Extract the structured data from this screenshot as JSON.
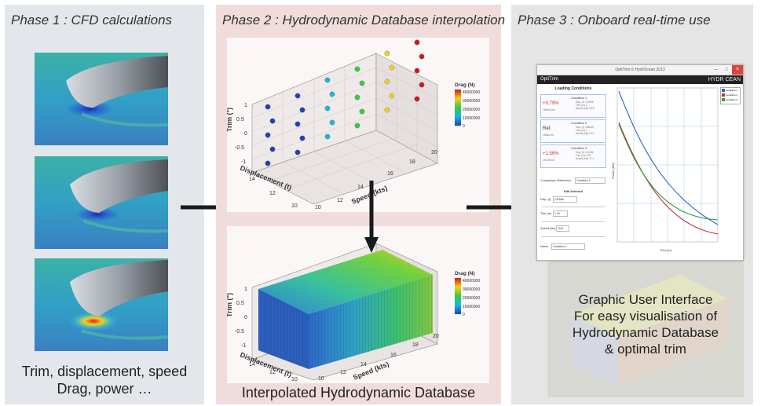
{
  "phase1": {
    "title": "Phase 1 : CFD calculations",
    "caption_line1": "Trim, displacement, speed",
    "caption_line2": "Drag, power …"
  },
  "phase2": {
    "title": "Phase 2 : Hydrodynamic Database interpolation",
    "caption": "Interpolated Hydrodynamic Database",
    "plot_top": {
      "legend_title": "Drag (N)",
      "legend_ticks": [
        "40000000",
        "30000000",
        "20000000",
        "10000000",
        "0"
      ],
      "trim_label": "Trim (°)",
      "disp_label": "Displacement (t)",
      "speed_label": "Speed (kts)",
      "trim_ticks": [
        "1",
        "0.5",
        "0",
        "-0.5",
        "-1"
      ],
      "disp_ticks": [
        "14",
        "12",
        "10"
      ],
      "speed_ticks": [
        "10",
        "12",
        "14",
        "16",
        "18",
        "20"
      ]
    },
    "plot_bottom": {
      "legend_title": "Drag (N)",
      "legend_ticks": [
        "40000000",
        "30000000",
        "20000000",
        "10000000",
        "0"
      ],
      "trim_label": "Trim (°)",
      "disp_label": "Displacement (t)",
      "speed_label": "Speed (kts)",
      "trim_ticks": [
        "1",
        "0.5",
        "0",
        "-0.5",
        "-1"
      ],
      "disp_ticks": [
        "14",
        "12",
        "10"
      ],
      "speed_ticks": [
        "10",
        "12",
        "14",
        "16",
        "18",
        "20"
      ]
    }
  },
  "phase3": {
    "title": "Phase 3 : Onboard real-time use",
    "caption_line1": "Graphic User Interface",
    "caption_line2": "For easy visualisation of",
    "caption_line3": "Hydrodynamic Database",
    "caption_line4": "& optimal trim",
    "gui": {
      "window_title": "OptiTrim © HydrOcean 2013",
      "app_name": "OptiTrim",
      "brand": "HYDR CEAN",
      "loading_title": "Loading Conditions",
      "conditions": [
        {
          "name": "Condition 1",
          "value": "+0.79%",
          "sub": "186/Kj knt",
          "info": [
            "Disp. (t) 142566",
            "Trim (m) 1",
            "Speed (kts) 15.8"
          ]
        },
        {
          "name": "Condition 2",
          "value": "Ref.",
          "sub": "186kj knt",
          "info": [
            "Disp. (t) 158345",
            "Trim (m) 1",
            "Speed (kts) 14.5"
          ]
        },
        {
          "name": "Condition 3",
          "value": "+1.56%",
          "sub": "1912ff knt",
          "info": [
            "Disp. (t) 121456",
            "Trim (m) 0.35",
            "Speed (kts) 17.1"
          ]
        }
      ],
      "comparison_label": "Comparison Reference",
      "comparison_value": "Condition 2",
      "edit_title": "Edit Selected",
      "disp_label": "Disp. (t)",
      "disp_value": "142566",
      "trim_label": "Trim (m)",
      "trim_value": "1.00",
      "speed_label": "Speed (kts)",
      "speed_value": "15.8",
      "name_label": "Name",
      "name_value": "Condition 1",
      "chart_ylabel": "Power (kW)",
      "chart_xlabel": "Trim (m)",
      "legend": [
        "Condition 1",
        "Condition 2",
        "Condition 3"
      ],
      "colors": {
        "c1": "#2a63c8",
        "c2": "#c83030",
        "c3": "#2f9a3a"
      }
    }
  }
}
